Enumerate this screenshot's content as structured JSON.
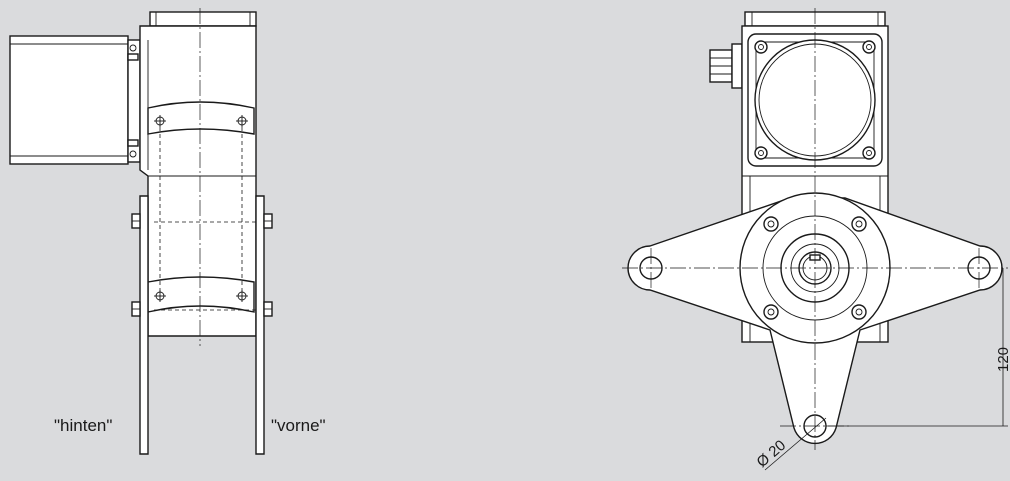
{
  "labels": {
    "rear": "\"hinten\"",
    "front": "\"vorne\"",
    "diameter": "Ø 20",
    "height": "120"
  },
  "colors": {
    "background": "#dadbdd",
    "line": "#1a1a1a",
    "fill": "#ffffff"
  }
}
